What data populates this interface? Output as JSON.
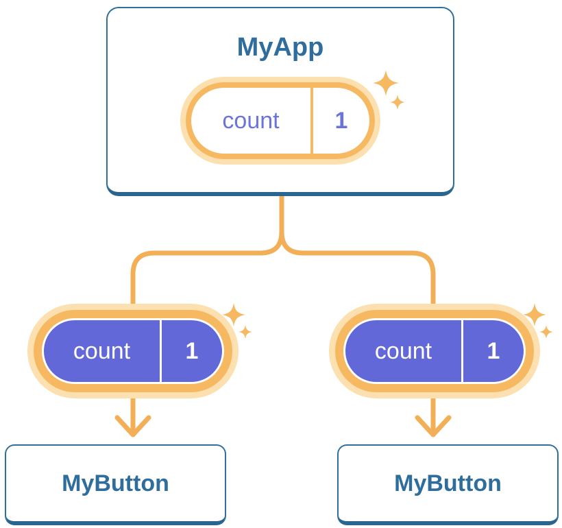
{
  "root_card": {
    "title": "MyApp",
    "pill": {
      "label": "count",
      "value": "1"
    }
  },
  "child_pills": [
    {
      "label": "count",
      "value": "1"
    },
    {
      "label": "count",
      "value": "1"
    }
  ],
  "child_cards": [
    {
      "title": "MyButton"
    },
    {
      "title": "MyButton"
    }
  ],
  "colors": {
    "accent_orange": "#F3AF58",
    "pill_ring_orange": "#F6B961",
    "pill_ring_pale": "#FCE0B0",
    "state_purple": "#6368D9",
    "card_border_blue": "#2F6F9E",
    "title_blue": "#2F6D9C"
  }
}
